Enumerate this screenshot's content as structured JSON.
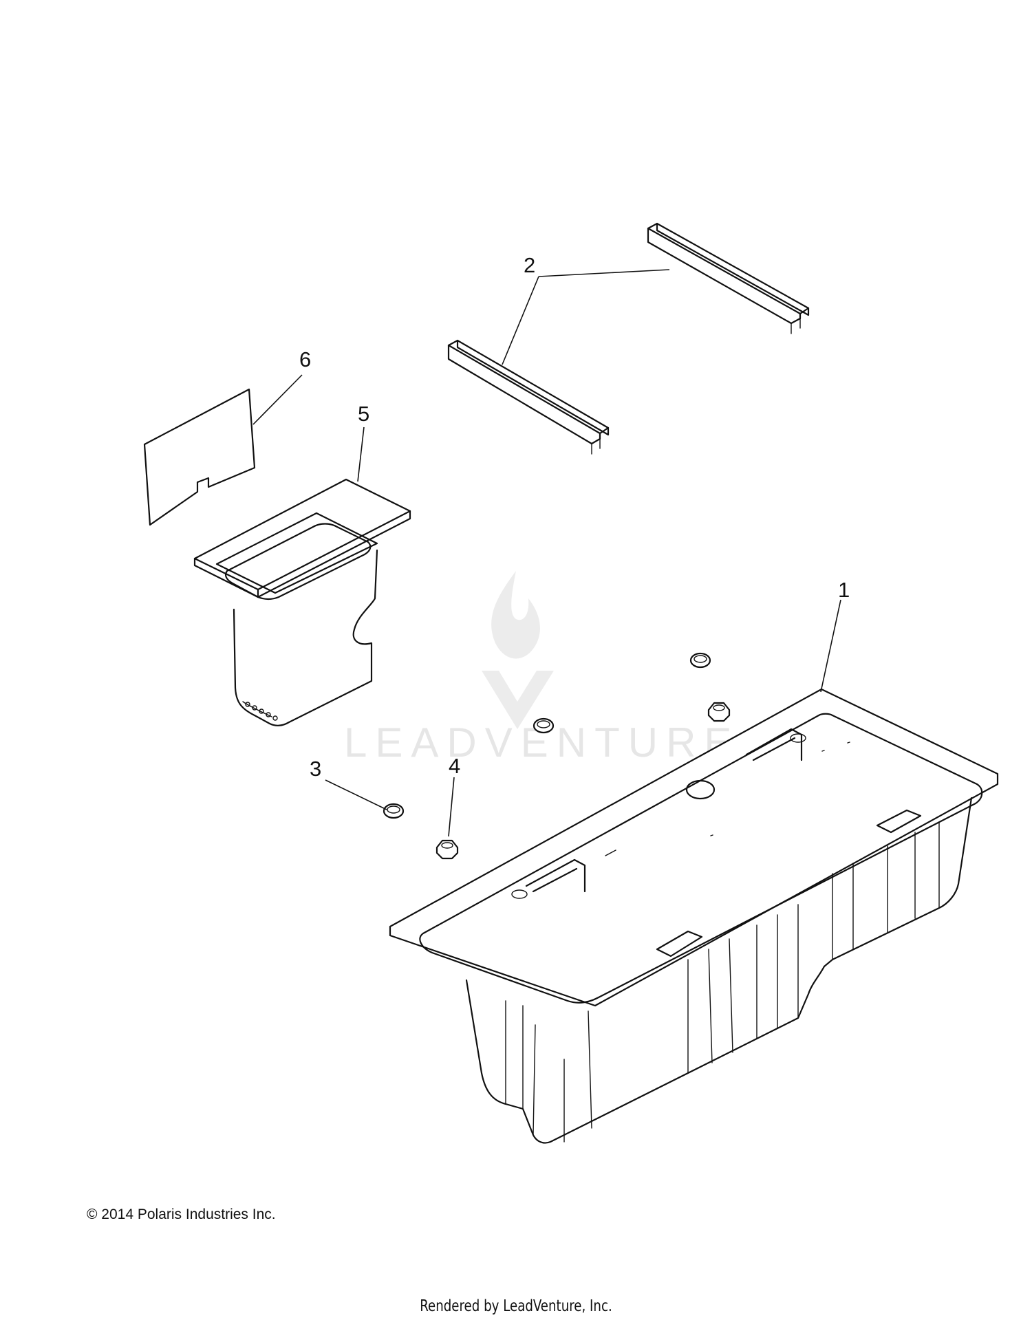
{
  "callouts": [
    {
      "id": "1",
      "label": "1"
    },
    {
      "id": "2",
      "label": "2"
    },
    {
      "id": "3",
      "label": "3"
    },
    {
      "id": "4",
      "label": "4"
    },
    {
      "id": "5",
      "label": "5"
    },
    {
      "id": "6",
      "label": "6"
    }
  ],
  "watermark": {
    "text": "LEADVENTURE",
    "color": "#e6e6e6"
  },
  "footer": {
    "copyright": "© 2014 Polaris Industries Inc.",
    "rendered_by": "Rendered by LeadVenture, Inc."
  },
  "colors": {
    "line": "#111111",
    "background": "#ffffff"
  }
}
